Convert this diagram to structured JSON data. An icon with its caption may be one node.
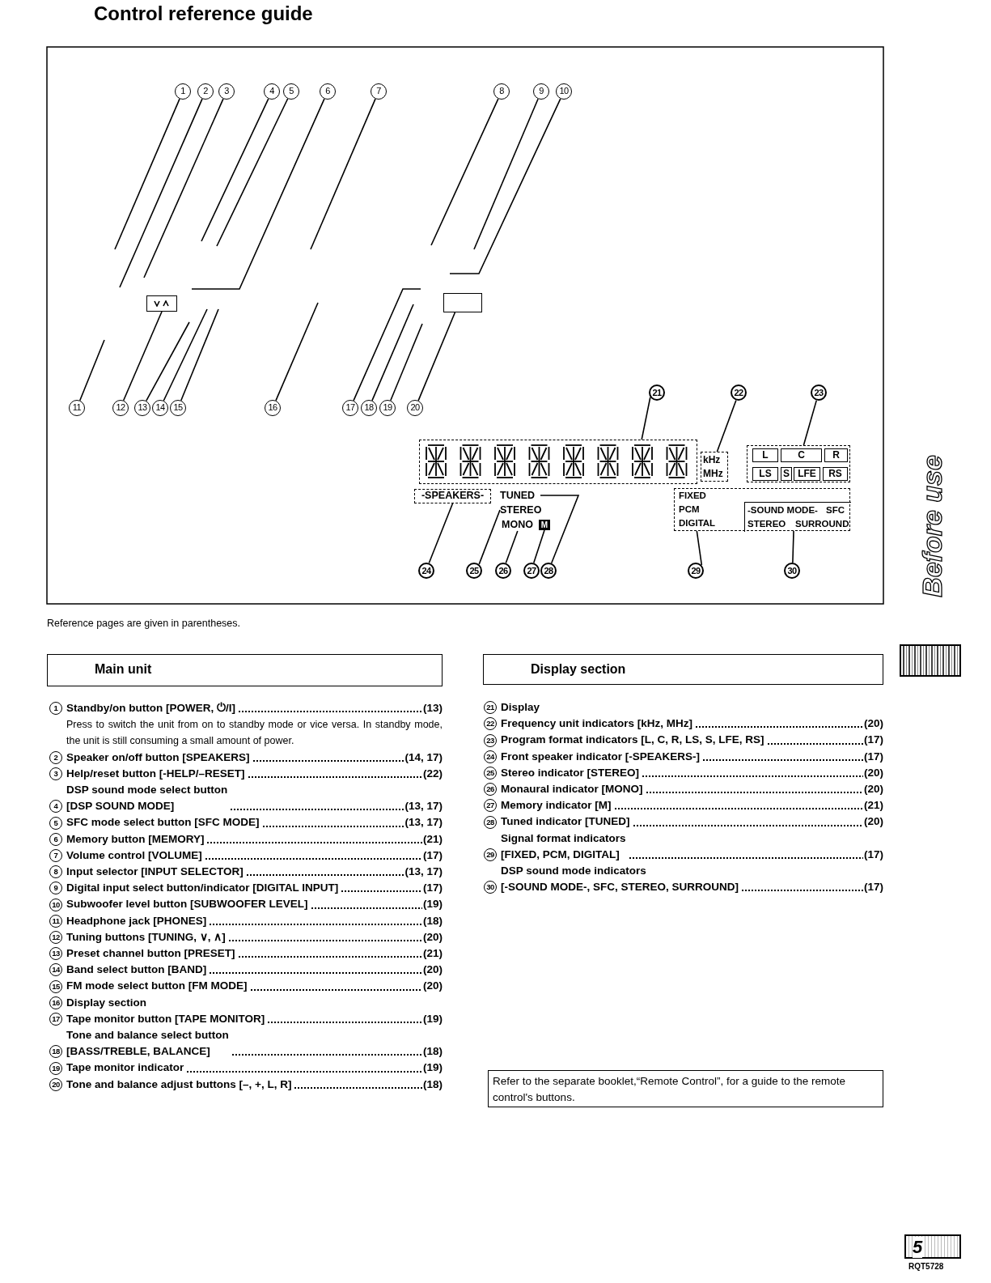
{
  "diagram": {
    "title": "Control reference guide",
    "nodes": [
      {
        "text": [
          "1"
        ]
      },
      {
        "text": [
          "2"
        ]
      },
      {
        "text": [
          "3"
        ]
      },
      {
        "text": [
          "4"
        ]
      },
      {
        "text": [
          "5"
        ]
      },
      {
        "text": [
          "6"
        ]
      },
      {
        "text": [
          "7"
        ]
      },
      {
        "text": [
          "8"
        ]
      },
      {
        "text": [
          "9"
        ]
      },
      {
        "text": [
          "10"
        ]
      },
      {
        "text": [],
        "shape": "box"
      },
      {
        "text": [],
        "shape": "box"
      },
      {
        "text": [
          "11"
        ]
      },
      {
        "text": [
          "12"
        ]
      },
      {
        "text": [
          "13"
        ]
      },
      {
        "text": [
          "14"
        ]
      },
      {
        "text": [
          "15"
        ]
      },
      {
        "text": [
          "16"
        ]
      },
      {
        "text": [
          "17"
        ]
      },
      {
        "text": [
          "18"
        ]
      },
      {
        "text": [
          "19"
        ]
      },
      {
        "text": [
          "20"
        ]
      },
      {
        "text": [
          "21"
        ]
      },
      {
        "text": [
          "22"
        ]
      },
      {
        "text": [
          "23"
        ]
      },
      {
        "text": [],
        "shape": "box"
      },
      {
        "text": [
          "kHz",
          "MHz"
        ]
      },
      {
        "text": [],
        "shape": "box"
      },
      {
        "text": [
          "L"
        ],
        "in": 27
      },
      {
        "text": [
          "C"
        ],
        "in": 27
      },
      {
        "text": [
          "R"
        ],
        "in": 27
      },
      {
        "text": [
          "LS"
        ],
        "in": 27
      },
      {
        "text": [
          "S"
        ],
        "in": 27
      },
      {
        "text": [
          "LFE"
        ],
        "in": 27
      },
      {
        "text": [
          "RS"
        ],
        "in": 27
      },
      {
        "text": [
          "-SPEAKERS-"
        ]
      },
      {
        "text": [
          "TUNED"
        ]
      },
      {
        "text": [
          "STEREO"
        ]
      },
      {
        "text": [
          "MONO"
        ]
      },
      {
        "text": [
          "M"
        ]
      },
      {
        "text": [
          "FIXED",
          "PCM",
          "DIGITAL"
        ]
      },
      {
        "text": [
          "-SOUND MODE-",
          "SFC",
          "STEREO",
          "SURROUND"
        ],
        "in": 40
      },
      {
        "text": [
          "24"
        ]
      },
      {
        "text": [
          "25"
        ]
      },
      {
        "text": [
          "26"
        ]
      },
      {
        "text": [
          "27"
        ]
      },
      {
        "text": [
          "28"
        ]
      },
      {
        "text": [
          "29"
        ]
      },
      {
        "text": [
          "30"
        ]
      },
      {
        "text": [
          "Main unit"
        ]
      },
      {
        "text": [
          "Display section"
        ]
      },
      {
        "text": [
          "Refer to the separate booklet,“Remote Control”, for a guide to the remote control's buttons."
        ]
      },
      {
        "text": [
          "5"
        ]
      },
      {
        "text": [],
        "shape": "box"
      }
    ],
    "edges": [
      {
        "from": 0,
        "to": null,
        "arrow": "none"
      },
      {
        "from": 1,
        "to": null,
        "arrow": "none"
      },
      {
        "from": 2,
        "to": null,
        "arrow": "none"
      },
      {
        "from": 3,
        "to": null,
        "arrow": "none"
      },
      {
        "from": 4,
        "to": null,
        "arrow": "none"
      },
      {
        "from": 5,
        "to": null,
        "arrow": "none"
      },
      {
        "from": 6,
        "to": null,
        "arrow": "none"
      },
      {
        "from": 7,
        "to": null,
        "arrow": "none"
      },
      {
        "from": 8,
        "to": null,
        "arrow": "none"
      },
      {
        "from": 9,
        "to": null,
        "arrow": "none"
      },
      {
        "from": 12,
        "to": null,
        "arrow": "none"
      },
      {
        "from": 13,
        "to": 10,
        "arrow": "none"
      },
      {
        "from": 14,
        "to": null,
        "arrow": "none"
      },
      {
        "from": 15,
        "to": null,
        "arrow": "none"
      },
      {
        "from": 16,
        "to": null,
        "arrow": "none"
      },
      {
        "from": 17,
        "to": null,
        "arrow": "none"
      },
      {
        "from": 18,
        "to": null,
        "arrow": "none"
      },
      {
        "from": 19,
        "to": null,
        "arrow": "none"
      },
      {
        "from": 20,
        "to": null,
        "arrow": "none"
      },
      {
        "from": 21,
        "to": 11,
        "arrow": "none"
      },
      {
        "from": 22,
        "to": 25,
        "arrow": "none"
      },
      {
        "from": 23,
        "to": 26,
        "arrow": "none"
      },
      {
        "from": 24,
        "to": 27,
        "arrow": "none"
      },
      {
        "from": 42,
        "to": 35,
        "arrow": "none"
      },
      {
        "from": 43,
        "to": 37,
        "arrow": "none"
      },
      {
        "from": 44,
        "to": 38,
        "arrow": "none"
      },
      {
        "from": 45,
        "to": 39,
        "arrow": "none"
      },
      {
        "from": 46,
        "to": 36,
        "arrow": "none"
      },
      {
        "from": 47,
        "to": 40,
        "arrow": "none"
      },
      {
        "from": 48,
        "to": 41,
        "arrow": "none"
      }
    ],
    "labels": [
      "Reference pages are given in parentheses.",
      "1",
      "Standby/on button [POWER, ⏻/I]",
      "(13)",
      "Press to switch the unit from on to standby mode or vice versa. In standby mode, the unit is still consuming a small amount of power.",
      "2",
      "Speaker on/off button [SPEAKERS]",
      "(14, 17)",
      "3",
      "Help/reset button [-HELP/–RESET]",
      "(22)",
      "4",
      "DSP sound mode select button [DSP SOUND MODE]",
      "(13, 17)",
      "5",
      "SFC mode select button [SFC MODE]",
      "(13, 17)",
      "6",
      "Memory button [MEMORY]",
      "(21)",
      "7",
      "Volume control [VOLUME]",
      "(17)",
      "8",
      "Input selector [INPUT SELECTOR]",
      "(13, 17)",
      "9",
      "Digital input select button/indicator [DIGITAL INPUT]",
      "(17)",
      "10",
      "Subwoofer level button [SUBWOOFER LEVEL]",
      "(19)",
      "11",
      "Headphone jack [PHONES]",
      "(18)",
      "12",
      "Tuning buttons [TUNING, ∨, ∧]",
      "(20)",
      "13",
      "Preset channel button [PRESET]",
      "(21)",
      "14",
      "Band select button [BAND]",
      "(20)",
      "15",
      "FM mode select button [FM MODE]",
      "(20)",
      "16",
      "Display section",
      "17",
      "Tape monitor button [TAPE MONITOR]",
      "(19)",
      "18",
      "Tone and balance select button [BASS/TREBLE, BALANCE]",
      "(18)",
      "19",
      "Tape monitor indicator",
      "(19)",
      "20",
      "Tone and balance adjust buttons [–, +, L, R]",
      "(18)",
      "21",
      "Display",
      "22",
      "Frequency unit indicators [kHz, MHz]",
      "(20)",
      "23",
      "Program format indicators [L, C, R, LS, S, LFE, RS]",
      "(17)",
      "24",
      "Front speaker indicator [-SPEAKERS-]",
      "(17)",
      "25",
      "Stereo indicator [STEREO]",
      "(20)",
      "26",
      "Monaural indicator [MONO]",
      "(20)",
      "27",
      "Memory indicator [M]",
      "(21)",
      "28",
      "Tuned indicator [TUNED]",
      "(20)",
      "29",
      "Signal format indicators [FIXED, PCM, DIGITAL]",
      "(17)",
      "30",
      "DSP sound mode indicators [-SOUND MODE-, SFC, STEREO, SURROUND]",
      "(17)",
      "Before use",
      "RQT5728"
    ]
  }
}
